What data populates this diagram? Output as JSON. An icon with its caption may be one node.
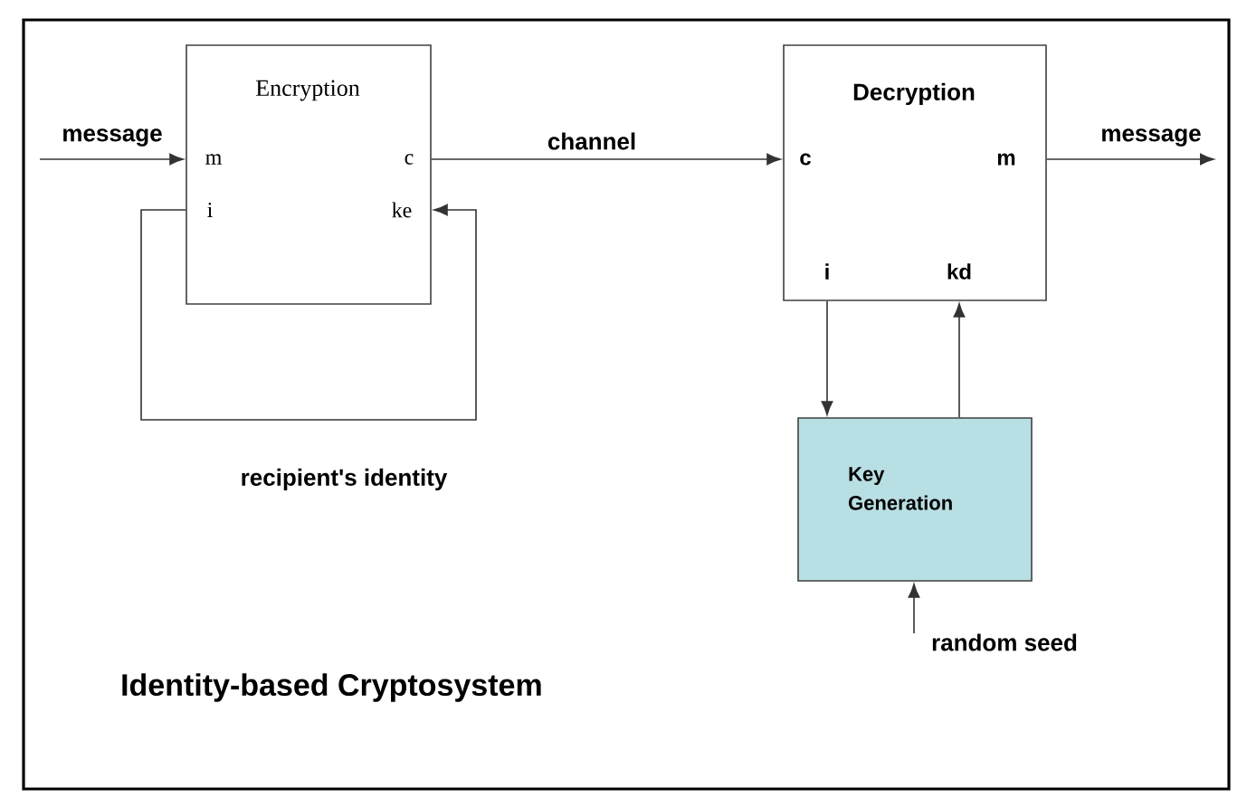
{
  "diagram": {
    "title": "Identity-based Cryptosystem",
    "nodes": [
      {
        "text": [
          "Encryption",
          "m",
          "c",
          "i",
          "ke"
        ]
      },
      {
        "text": [
          "Decryption",
          "c",
          "m",
          "i",
          "kd"
        ]
      },
      {
        "text": [
          "Key Generation"
        ]
      }
    ],
    "edges": [
      {
        "from": null,
        "to": 0,
        "arrow": "to",
        "label": "message"
      },
      {
        "from": 0,
        "to": 1,
        "arrow": "to",
        "label": "channel"
      },
      {
        "from": 1,
        "to": null,
        "arrow": "to",
        "label": "message"
      },
      {
        "from": 0,
        "to": 0,
        "arrow": "to",
        "label": "recipient's identity"
      },
      {
        "from": 1,
        "to": 2,
        "arrow": "to"
      },
      {
        "from": 2,
        "to": 1,
        "arrow": "to"
      },
      {
        "from": null,
        "to": 2,
        "arrow": "to",
        "label": "random seed"
      }
    ]
  }
}
